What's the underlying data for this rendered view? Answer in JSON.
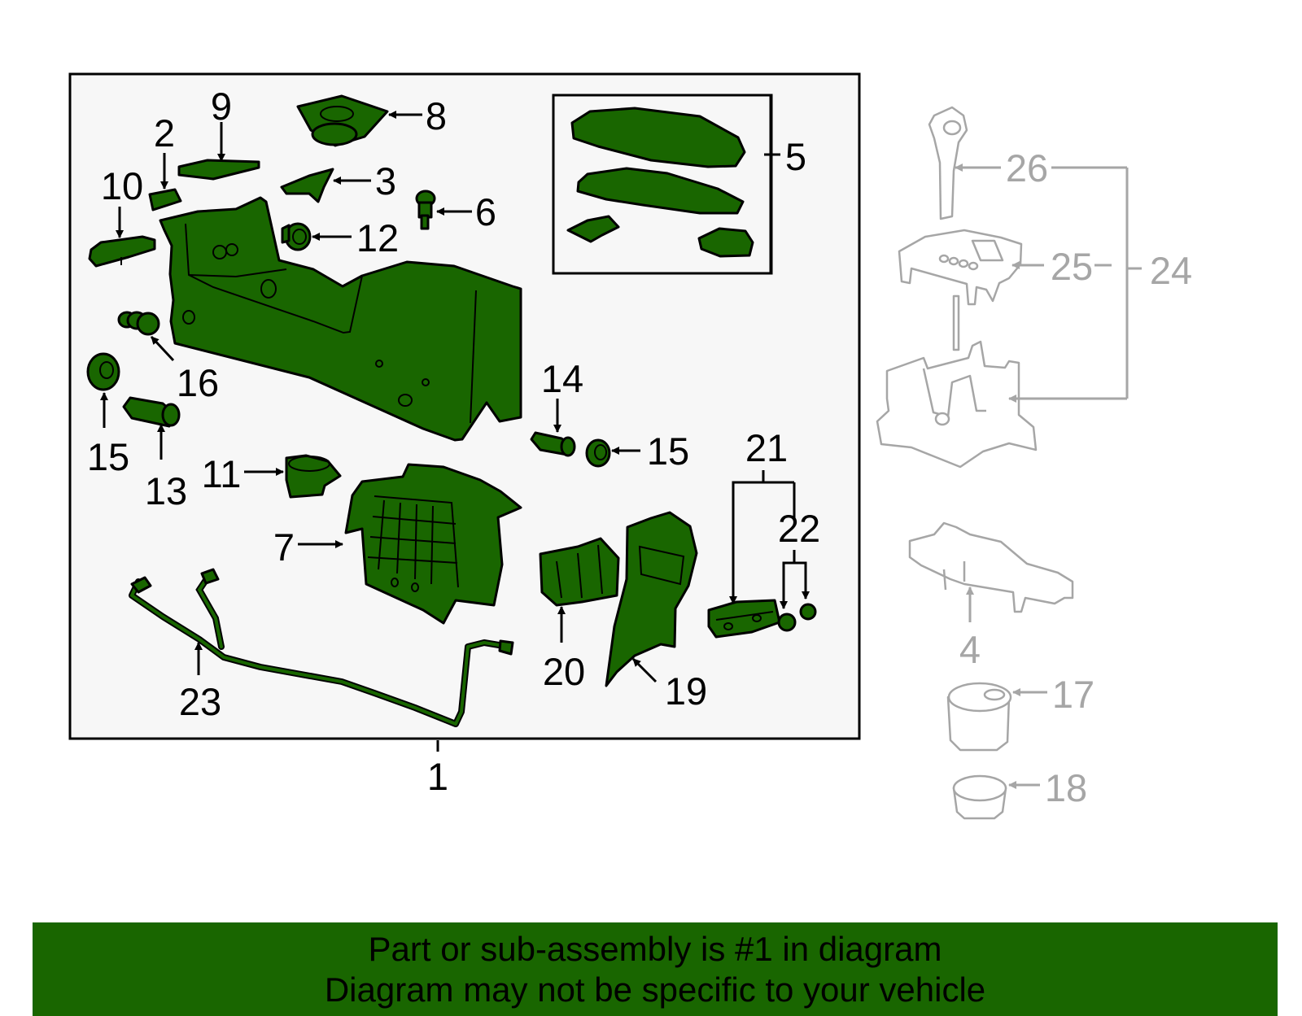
{
  "colors": {
    "highlight": "#196600",
    "ghost": "#a6a6a6",
    "frame": "#000000",
    "panel": "#f7f7f7"
  },
  "callouts": {
    "c1": "1",
    "c2": "2",
    "c3": "3",
    "c4": "4",
    "c5": "5",
    "c6": "6",
    "c7": "7",
    "c8": "8",
    "c9": "9",
    "c10": "10",
    "c11": "11",
    "c12": "12",
    "c13": "13",
    "c14": "14",
    "c15a": "15",
    "c15b": "15",
    "c16": "16",
    "c17": "17",
    "c18": "18",
    "c19": "19",
    "c20": "20",
    "c21": "21",
    "c22": "22",
    "c23": "23",
    "c24": "24",
    "c25": "25",
    "c26": "26"
  },
  "banner": {
    "line1": "Part or sub-assembly is #1 in diagram",
    "line2": "Diagram may not be specific to your vehicle"
  }
}
